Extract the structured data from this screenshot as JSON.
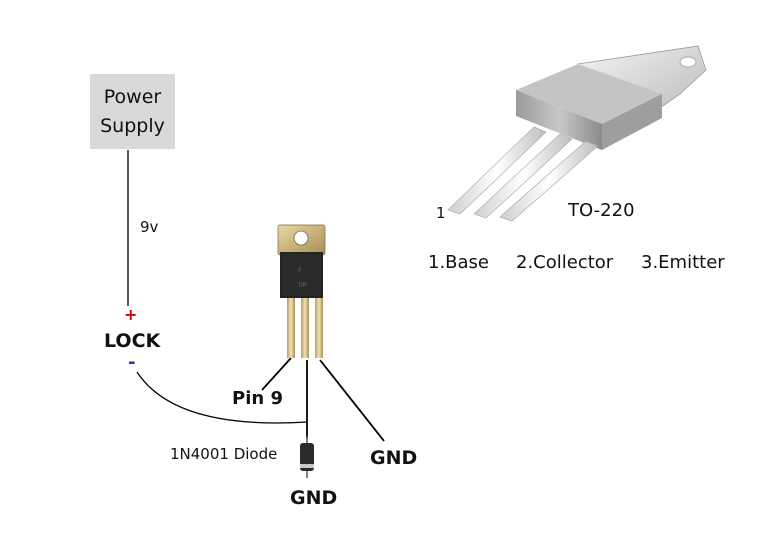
{
  "power_supply": {
    "line1": "Power",
    "line2": "Supply"
  },
  "voltage_label": "9v",
  "lock": {
    "label": "LOCK",
    "plus": "+",
    "minus": "-"
  },
  "pin_label": "Pin 9",
  "diode_label": "1N4001 Diode",
  "gnd_right": "GND",
  "gnd_bottom": "GND",
  "to220": {
    "package_label": "TO-220",
    "pin_one_marker": "1",
    "pins": [
      "1.Base",
      "2.Collector",
      "3.Emitter"
    ]
  },
  "colors": {
    "plus": "#d00000",
    "minus": "#1a3fb5",
    "wire": "#000000",
    "box": "#d9d9d9"
  },
  "icons": [
    "transistor-photo-icon",
    "to220-package-icon",
    "diode-icon"
  ]
}
